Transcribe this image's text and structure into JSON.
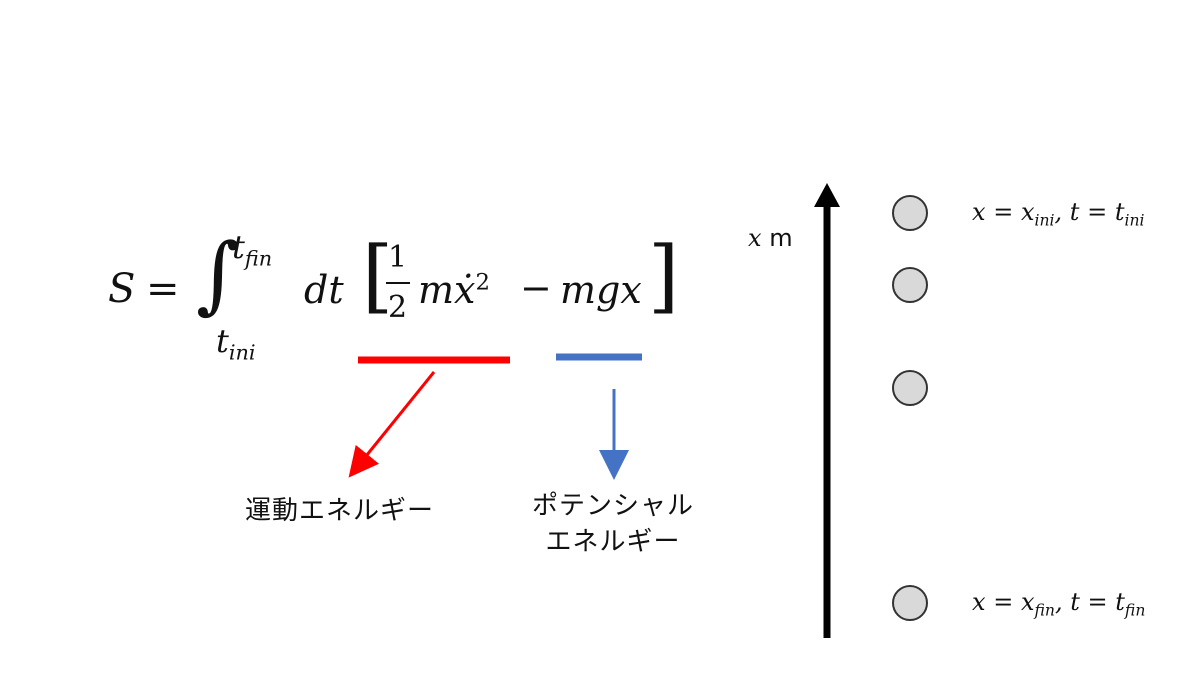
{
  "formula": {
    "lhs": "S",
    "equals": "=",
    "integral_sign": "∫",
    "upper_limit": "t",
    "upper_limit_sub": "fin",
    "lower_limit": "t",
    "lower_limit_sub": "ini",
    "differential": "dt",
    "frac_num": "1",
    "frac_den": "2",
    "kinetic_term": "mẋ",
    "kinetic_power": "2",
    "minus": "−",
    "potential_term": "mgx",
    "bracket_open": "[",
    "bracket_close": "]"
  },
  "annotations": {
    "kinetic_label": "運動エネルギー",
    "potential_label_line1": "ポテンシャル",
    "potential_label_line2": "エネルギー",
    "kinetic_color": "#ff0000",
    "potential_color": "#4472c4"
  },
  "axis": {
    "label_var": "x",
    "label_unit": "m"
  },
  "positions": {
    "top_label": {
      "x": "x",
      "eq1": "=",
      "xsub_base": "x",
      "xsub": "ini",
      "comma": ",",
      "t": "t",
      "eq2": "=",
      "tsub_base": "t",
      "tsub": "ini"
    },
    "bottom_label": {
      "x": "x",
      "eq1": "=",
      "xsub_base": "x",
      "xsub": "fin",
      "comma": ",",
      "t": "t",
      "eq2": "=",
      "tsub_base": "t",
      "tsub": "fin"
    },
    "circle_fill": "#d9d9d9"
  }
}
